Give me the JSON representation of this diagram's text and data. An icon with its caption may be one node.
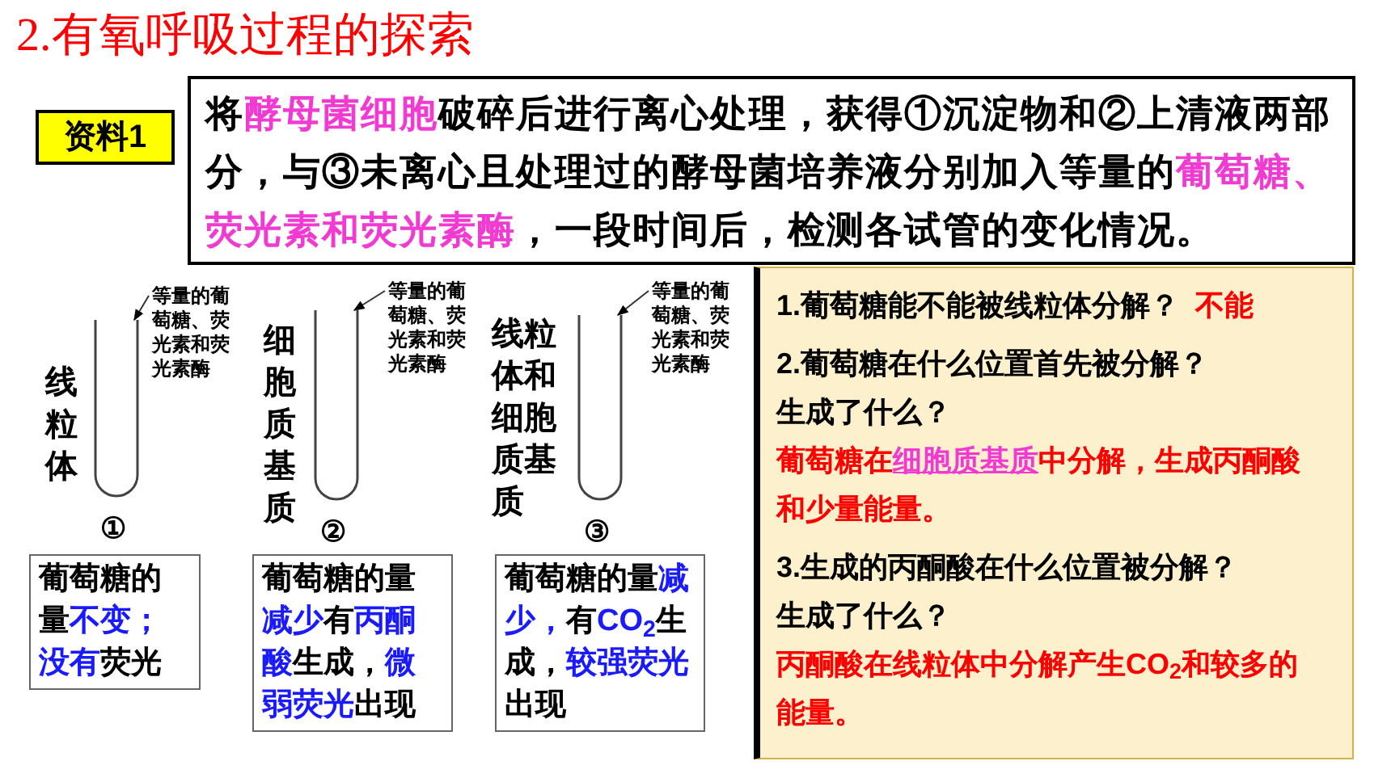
{
  "diagram": {
    "title": "2.有氧呼吸过程的探索",
    "nodes": [
      {
        "text": [
          "资料1"
        ]
      },
      {
        "text": [
          "将**酵母菌细胞**破碎后进行离心处理，获得①沉淀物和②上清液两部分，与③未离心且处理过的酵母菌培养液分别加入等量的**葡萄糖、荧光素和荧光素酶**，一段时间后，检测各试管的变化情况。"
        ]
      },
      {
        "text": [
          "线粒体"
        ],
        "beside": [
          "①"
        ]
      },
      {
        "text": [
          "等量的葡萄糖、荧光素和荧光素酶"
        ]
      },
      {
        "text": [
          "细胞质基质"
        ],
        "beside": [
          "②"
        ]
      },
      {
        "text": [
          "等量的葡萄糖、荧光素和荧光素酶"
        ]
      },
      {
        "text": [
          "线粒体和细胞质基质"
        ],
        "beside": [
          "③"
        ]
      },
      {
        "text": [
          "等量的葡萄糖、荧光素和荧光素酶"
        ]
      },
      {
        "text": [
          "葡萄糖的量**不变；没有**荧光"
        ]
      },
      {
        "text": [
          "葡萄糖的量**减少**有**丙酮酸**生成，**微弱荧光**出现"
        ]
      },
      {
        "text": [
          "葡萄糖的量**减少，**有**CO$_{2}$**生成，**较强荧光**出现"
        ]
      },
      {
        "text": [
          "1.葡萄糖能不能被线粒体分解？",
          "不能",
          "2.葡萄糖在什么位置首先被分解？",
          "生成了什么？",
          "葡萄糖在**细胞质基质**中分解，生成丙酮酸和少量能量。",
          "3.生成的丙酮酸在什么位置被分解？",
          "生成了什么？",
          "丙酮酸在线粒体中分解产生CO$_{2}$和较多的能量。"
        ]
      }
    ],
    "edges": [
      {
        "from": 3,
        "to": 2,
        "arrow": "to"
      },
      {
        "from": 5,
        "to": 4,
        "arrow": "to"
      },
      {
        "from": 7,
        "to": 6,
        "arrow": "to"
      }
    ]
  }
}
